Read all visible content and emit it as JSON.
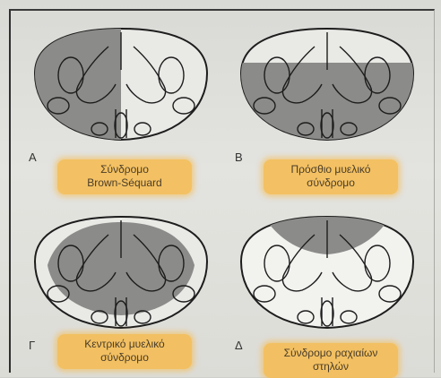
{
  "colors": {
    "lesion_fill": "#8b8b89",
    "tissue_fill": "#e9e9e6",
    "outline": "#1d1d1d",
    "highlighter": "#f7ba48"
  },
  "panels": [
    {
      "letter": "A",
      "caption": [
        "Σύνδρομο",
        "Brown-Séquard"
      ]
    },
    {
      "letter": "Β",
      "caption": [
        "Πρόσθιο μυελικό",
        "σύνδρομο"
      ]
    },
    {
      "letter": "Γ",
      "caption": [
        "Κεντρικό μυελικό",
        "σύνδρομο"
      ]
    },
    {
      "letter": "Δ",
      "caption": [
        "Σύνδρομο ραχιαίων",
        "στηλών"
      ]
    }
  ]
}
